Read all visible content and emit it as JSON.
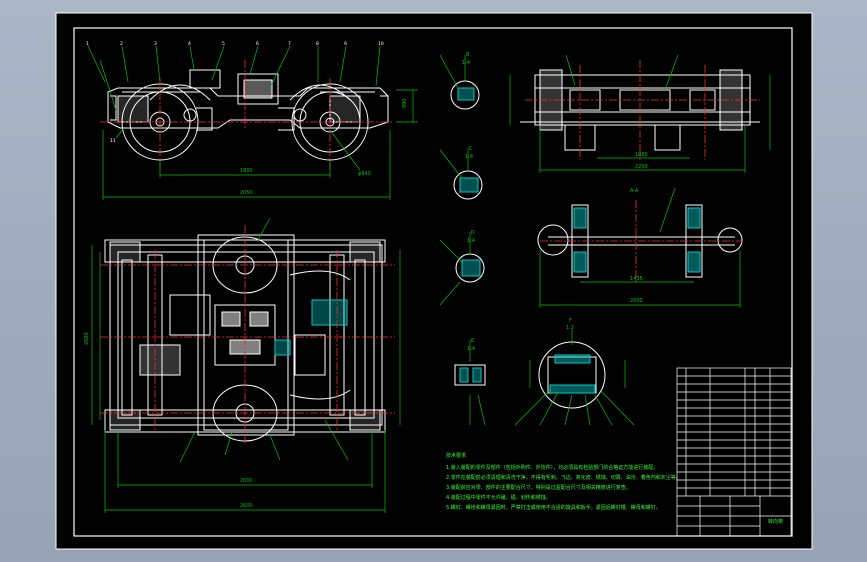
{
  "colors": {
    "background": "#a9b6c6",
    "sheet": "#000000",
    "lines": "#ffffff",
    "centerlines": "#ff2a2a",
    "dimensions": "#00c400",
    "hatch": "#00c8c8",
    "notes_text": "#33ff33"
  },
  "labels": {
    "front_view_width": "2050",
    "front_view_height": "890",
    "front_view_inner": "1800",
    "plan_view_width": "2600",
    "plan_view_inner": "2000",
    "plan_view_length": "2680",
    "side_view_inner": "1880",
    "side_view_base": "2200",
    "axle_section": "A-A",
    "axle_width": "1435",
    "axle_total": "2000",
    "detail_b": "B",
    "detail_b_scale": "1:4",
    "detail_c": "C",
    "detail_c_scale": "1:4",
    "detail_d": "D",
    "detail_d_scale": "1:4",
    "detail_e": "E",
    "detail_e_scale": "1:4",
    "detail_f": "F",
    "detail_f_scale": "1:2",
    "wheel_callout": "φ840"
  },
  "notes": {
    "heading": "技术要求",
    "lines": [
      "1.装入装配的零件及部件（包括外购件、外协件），均必须具有检验部门的合格证方能进行装配。",
      "2.零件在装配前必须清理和清洗干净，不得有毛刺、飞边、氧化皮、锈蚀、切屑、油污、着色剂和灰尘等。",
      "3.装配前应对零、部件的主要配合尺寸，特别是过盈配合尺寸及相关精度进行复查。",
      "4.装配过程中零件不允许磕、碰、划伤和锈蚀。",
      "5.螺钉、螺栓和螺母紧固时，严禁打击或使用不合适的旋具和扳手。紧固后螺钉槽、螺母和螺钉。"
    ]
  },
  "title_block": {
    "name": "转向架"
  }
}
